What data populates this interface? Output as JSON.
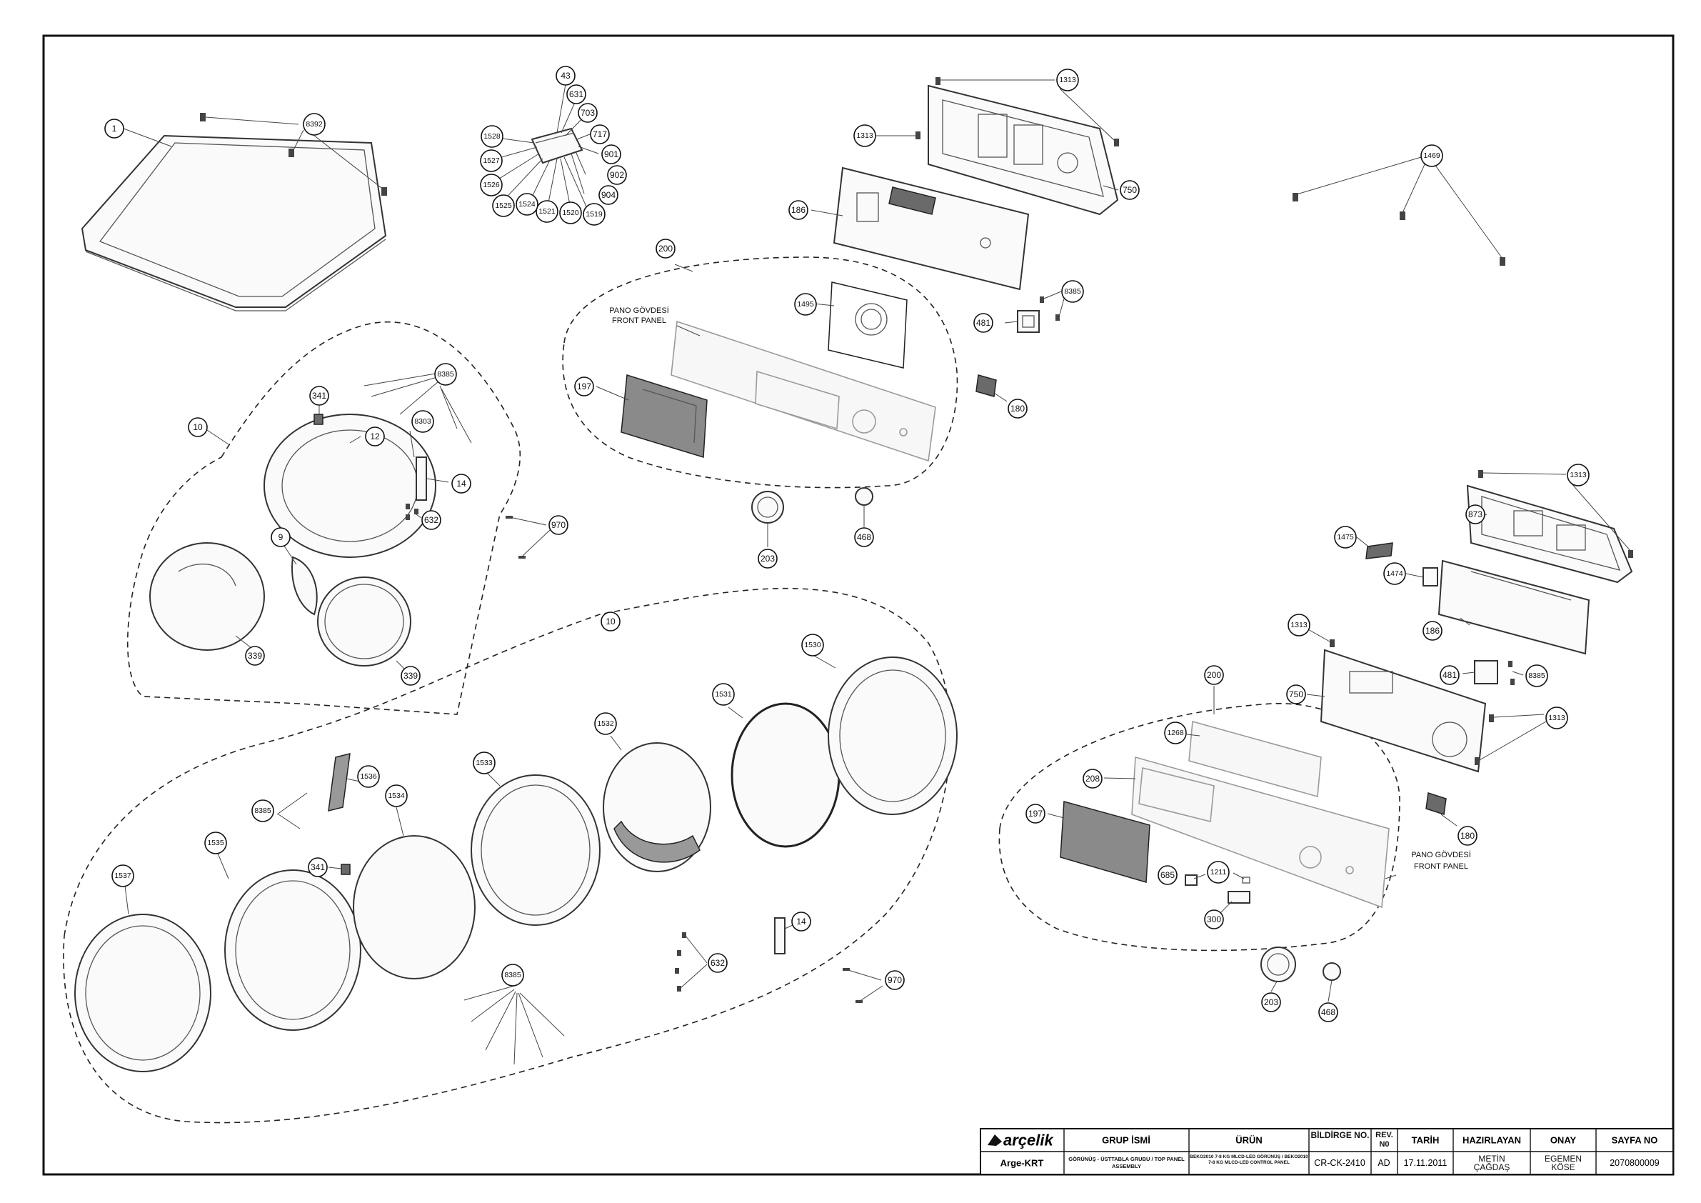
{
  "notes": {
    "front_panel_top": [
      "PANO GÖVDESİ",
      "FRONT PANEL"
    ],
    "front_panel_right": [
      "PANO GÖVDESİ",
      "FRONT PANEL"
    ]
  },
  "callouts": [
    {
      "id": "c-1",
      "label": "1"
    },
    {
      "id": "c-8392",
      "label": "8392"
    },
    {
      "id": "c-43",
      "label": "43"
    },
    {
      "id": "c-631",
      "label": "631"
    },
    {
      "id": "c-703",
      "label": "703"
    },
    {
      "id": "c-717",
      "label": "717"
    },
    {
      "id": "c-901",
      "label": "901"
    },
    {
      "id": "c-902",
      "label": "902"
    },
    {
      "id": "c-904",
      "label": "904"
    },
    {
      "id": "c-1519",
      "label": "1519"
    },
    {
      "id": "c-1520",
      "label": "1520"
    },
    {
      "id": "c-1521",
      "label": "1521"
    },
    {
      "id": "c-1524",
      "label": "1524"
    },
    {
      "id": "c-1525",
      "label": "1525"
    },
    {
      "id": "c-1526",
      "label": "1526"
    },
    {
      "id": "c-1527",
      "label": "1527"
    },
    {
      "id": "c-1528",
      "label": "1528"
    },
    {
      "id": "c-1313a",
      "label": "1313"
    },
    {
      "id": "c-1313b",
      "label": "1313"
    },
    {
      "id": "c-750a",
      "label": "750"
    },
    {
      "id": "c-186a",
      "label": "186"
    },
    {
      "id": "c-1469",
      "label": "1469"
    },
    {
      "id": "c-200a",
      "label": "200"
    },
    {
      "id": "c-1495",
      "label": "1495"
    },
    {
      "id": "c-8385a",
      "label": "8385"
    },
    {
      "id": "c-481a",
      "label": "481"
    },
    {
      "id": "c-197a",
      "label": "197"
    },
    {
      "id": "c-180a",
      "label": "180"
    },
    {
      "id": "c-203a",
      "label": "203"
    },
    {
      "id": "c-468a",
      "label": "468"
    },
    {
      "id": "c-341a",
      "label": "341"
    },
    {
      "id": "c-8385b",
      "label": "8385"
    },
    {
      "id": "c-8303",
      "label": "8303"
    },
    {
      "id": "c-10a",
      "label": "10"
    },
    {
      "id": "c-12",
      "label": "12"
    },
    {
      "id": "c-14a",
      "label": "14"
    },
    {
      "id": "c-632a",
      "label": "632"
    },
    {
      "id": "c-970a",
      "label": "970"
    },
    {
      "id": "c-9",
      "label": "9"
    },
    {
      "id": "c-339a",
      "label": "339"
    },
    {
      "id": "c-339b",
      "label": "339"
    },
    {
      "id": "c-10b",
      "label": "10"
    },
    {
      "id": "c-1530",
      "label": "1530"
    },
    {
      "id": "c-1531",
      "label": "1531"
    },
    {
      "id": "c-1532",
      "label": "1532"
    },
    {
      "id": "c-1533",
      "label": "1533"
    },
    {
      "id": "c-1534",
      "label": "1534"
    },
    {
      "id": "c-1536",
      "label": "1536"
    },
    {
      "id": "c-8385c",
      "label": "8385"
    },
    {
      "id": "c-341b",
      "label": "341"
    },
    {
      "id": "c-1535",
      "label": "1535"
    },
    {
      "id": "c-1537",
      "label": "1537"
    },
    {
      "id": "c-8385d",
      "label": "8385"
    },
    {
      "id": "c-632b",
      "label": "632"
    },
    {
      "id": "c-14b",
      "label": "14"
    },
    {
      "id": "c-970b",
      "label": "970"
    },
    {
      "id": "c-1313c",
      "label": "1313"
    },
    {
      "id": "c-873",
      "label": "873"
    },
    {
      "id": "c-1475",
      "label": "1475"
    },
    {
      "id": "c-1474",
      "label": "1474"
    },
    {
      "id": "c-186b",
      "label": "186"
    },
    {
      "id": "c-1313d",
      "label": "1313"
    },
    {
      "id": "c-481b",
      "label": "481"
    },
    {
      "id": "c-8385e",
      "label": "8385"
    },
    {
      "id": "c-750b",
      "label": "750"
    },
    {
      "id": "c-1313e",
      "label": "1313"
    },
    {
      "id": "c-200b",
      "label": "200"
    },
    {
      "id": "c-1268",
      "label": "1268"
    },
    {
      "id": "c-208",
      "label": "208"
    },
    {
      "id": "c-197b",
      "label": "197"
    },
    {
      "id": "c-180b",
      "label": "180"
    },
    {
      "id": "c-685",
      "label": "685"
    },
    {
      "id": "c-1211",
      "label": "1211"
    },
    {
      "id": "c-300",
      "label": "300"
    },
    {
      "id": "c-203b",
      "label": "203"
    },
    {
      "id": "c-468b",
      "label": "468"
    }
  ],
  "title_block": {
    "logo": "arçelik",
    "dept": "Arge-KRT",
    "headers": {
      "group": "GRUP İSMİ",
      "product": "ÜRÜN",
      "notice_no": "BİLDİRGE NO.",
      "rev": "REV. N0",
      "date": "TARİH",
      "prepared": "HAZIRLAYAN",
      "approved": "ONAY",
      "page_no": "SAYFA NO"
    },
    "values": {
      "group": "GÖRÜNÜŞ - ÜSTTABLA GRUBU / TOP PANEL ASSEMBLY",
      "product": "BEKO2010 7-8 KG MLCD-LED GÖRÜNÜŞ / BEKO2010 7-8 KG MLCD-LED CONTROL PANEL",
      "notice_no": "CR-CK-2410",
      "rev": "AD",
      "date": "17.11.2011",
      "prepared": "METİN ÇAĞDAŞ",
      "approved": "EGEMEN KÖSE",
      "page_no": "2070800009"
    }
  }
}
